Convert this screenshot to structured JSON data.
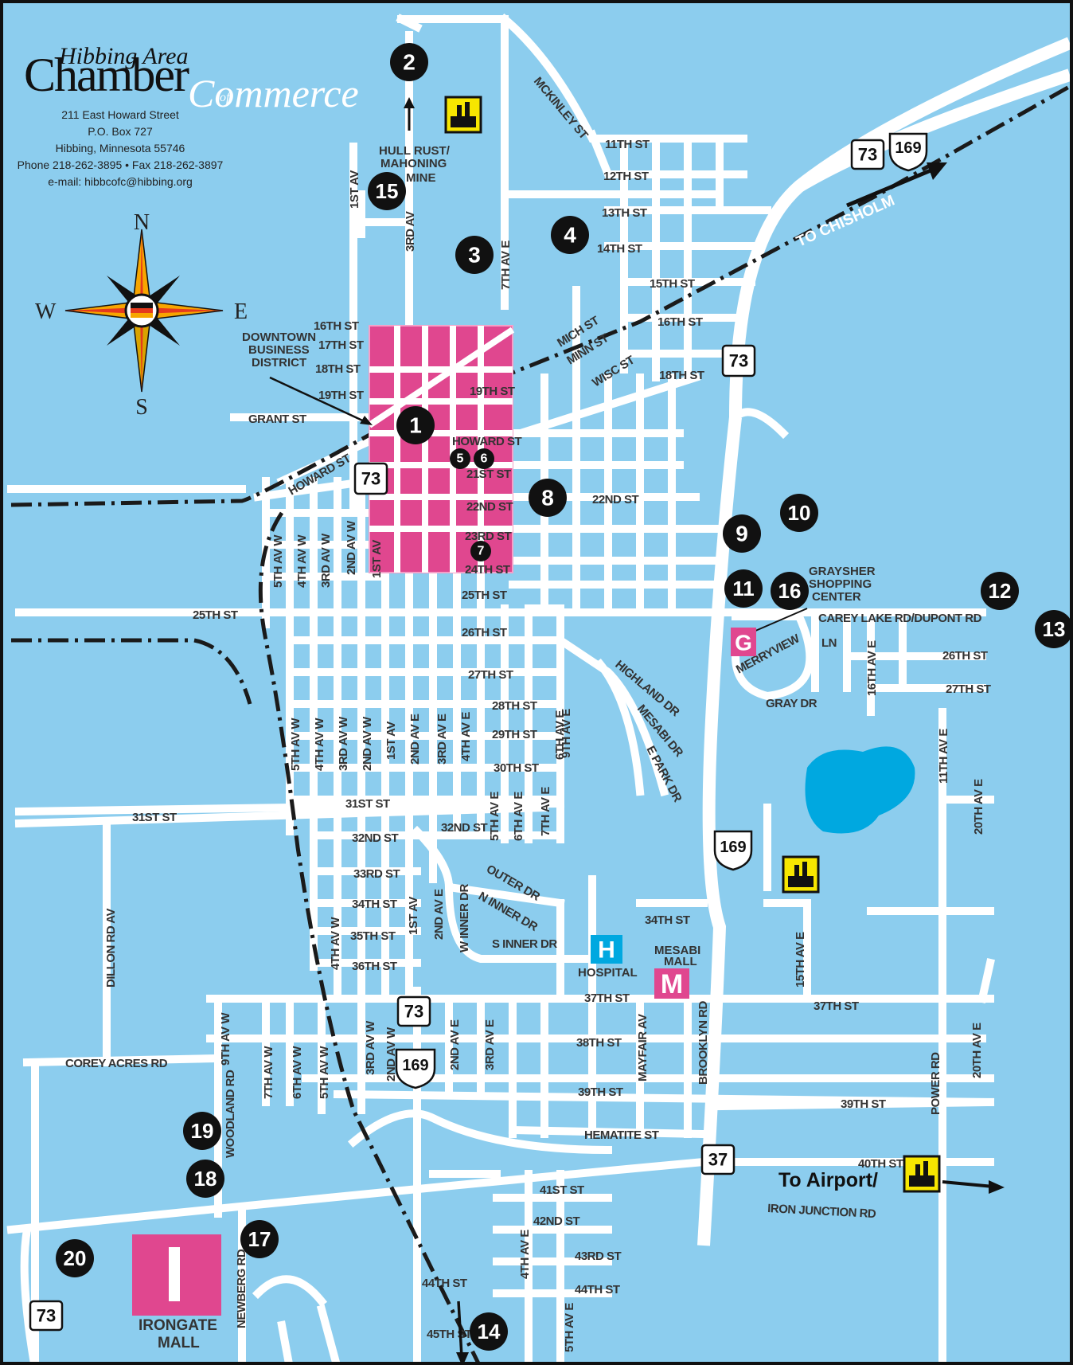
{
  "header": {
    "org_line1": "Hibbing Area",
    "org_line2": "Chamber",
    "org_line3": "Commerce",
    "org_of": "of",
    "address": [
      "211 East Howard Street",
      "P.O. Box 727",
      "Hibbing, Minnesota 55746",
      "Phone 218-262-3895 • Fax 218-262-3897",
      "e-mail: hibbcofc@hibbing.org"
    ]
  },
  "compass": {
    "n": "N",
    "s": "S",
    "e": "E",
    "w": "W"
  },
  "colors": {
    "water_bg": "#8ccdee",
    "road": "#ffffff",
    "downtown": "#e0478f",
    "lake": "#00a8e0",
    "marker": "#111111",
    "mine_icon": "#f7e600"
  },
  "landmarks": {
    "downtown": "DOWNTOWN BUSINESS DISTRICT",
    "downtown_lines": [
      "DOWNTOWN",
      "BUSINESS",
      "DISTRICT"
    ],
    "mine": [
      "HULL RUST/",
      "MAHONING",
      "MINE"
    ],
    "graysher": [
      "GRAYSHER",
      "SHOPPING",
      "CENTER"
    ],
    "hospital": "HOSPITAL",
    "hospital_letter": "H",
    "mesabi": [
      "MESABI",
      "MALL"
    ],
    "mesabi_letter": "M",
    "graysher_letter": "G",
    "irongate": [
      "IRONGATE",
      "MALL"
    ],
    "irongate_letter": "I",
    "to_chisholm": "TO CHISHOLM",
    "to_airport": "To Airport/"
  },
  "markers": [
    "1",
    "2",
    "3",
    "4",
    "5",
    "6",
    "7",
    "8",
    "9",
    "10",
    "11",
    "12",
    "13",
    "14",
    "15",
    "16",
    "17",
    "18",
    "19",
    "20"
  ],
  "shields": [
    "73",
    "169",
    "73",
    "73",
    "169",
    "73",
    "169",
    "37",
    "73"
  ],
  "streets": {
    "s11": "11TH ST",
    "s12": "12TH ST",
    "s13": "13TH ST",
    "s14": "14TH ST",
    "s15": "15TH ST",
    "s16a": "16TH ST",
    "s16b": "16TH ST",
    "s17": "17TH ST",
    "s18a": "18TH ST",
    "s18b": "18TH ST",
    "s19a": "19TH ST",
    "s19b": "19TH ST",
    "grant": "GRANT ST",
    "howard": "HOWARD ST",
    "howard2": "HOWARD ST",
    "s21": "21ST ST",
    "s22a": "22ND ST",
    "s22b": "22ND ST",
    "s23": "23RD ST",
    "s24": "24TH ST",
    "s25a": "25TH ST",
    "s25b": "25TH ST",
    "s26": "26TH ST",
    "s27": "27TH ST",
    "s28": "28TH ST",
    "s29": "29TH ST",
    "s30": "30TH ST",
    "s31a": "31ST ST",
    "s31b": "31ST ST",
    "s32a": "32ND ST",
    "s32b": "32ND ST",
    "s33": "33RD ST",
    "s34a": "34TH ST",
    "s34b": "34TH ST",
    "s35": "35TH ST",
    "s36": "36TH ST",
    "s37a": "37TH ST",
    "s37b": "37TH ST",
    "s38": "38TH ST",
    "s39a": "39TH ST",
    "s39b": "39TH ST",
    "hematite": "HEMATITE ST",
    "s40": "40TH ST",
    "s41": "41ST ST",
    "s42": "42ND ST",
    "s43": "43RD ST",
    "s44a": "44TH ST",
    "s44b": "44TH ST",
    "s45": "45TH ST",
    "ironjct": "IRON JUNCTION RD",
    "carey": "CAREY LAKE RD/DUPONT RD",
    "s26e": "26TH ST",
    "s27e": "27TH ST",
    "gray": "GRAY DR",
    "merryview": "MERRYVIEW",
    "ln": "LN",
    "mich": "MICH ST",
    "minn": "MINN ST",
    "wisc": "WISC ST",
    "mckinley": "MCKINLEY ST",
    "highland": "HIGHLAND DR",
    "mesabidr": "MESABI DR",
    "epark": "E PARK DR",
    "outer": "OUTER DR",
    "ninner": "N INNER DR",
    "sinner": "S INNER DR",
    "winner": "W INNER DR",
    "coreyacres": "COREY ACRES RD",
    "dillon": "DILLON RD AV",
    "woodland": "WOODLAND RD",
    "newberg": "NEWBERG RD",
    "mayfair": "MAYFAIR AV",
    "brooklyn": "BROOKLYN RD",
    "power": "POWER RD",
    "av1": "1ST AV",
    "av3": "3RD AV",
    "av7e": "7TH AV E",
    "av9e": "9TH AV E",
    "av11e": "11TH AV E",
    "av16e": "16TH AV E",
    "av20e": "20TH AV E",
    "av20e2": "20TH AV E",
    "av15e": "15TH AV E",
    "av5w": "5TH AV W",
    "av4w": "4TH AV W",
    "av3w": "3RD AV W",
    "av2w": "2ND AV W",
    "av1e": "1ST AV",
    "av5w2": "5TH AV W",
    "av4w2": "4TH AV W",
    "av3w2": "3RD AV W",
    "av2w2": "2ND AV W",
    "av1st2": "1ST AV",
    "av2e": "2ND AV E",
    "av3e": "3RD AV E",
    "av4e": "4TH AV E",
    "av6e": "6TH AV E",
    "av5e": "5TH AV E",
    "av6e2": "6TH AV E",
    "av7e2": "7TH AV E",
    "av4w3": "4TH AV W",
    "av1st3": "1ST AV",
    "av2e2": "2ND AV E",
    "av9w": "9TH AV W",
    "av7w": "7TH AV W",
    "av6w": "6TH AV W",
    "av5w3": "5TH AV W",
    "av3w3": "3RD AV W",
    "av2w3": "2ND AV W",
    "av2e3": "2ND AV E",
    "av3e2": "3RD AV E",
    "av4e2": "4TH AV E",
    "av5e2": "5TH AV E"
  }
}
